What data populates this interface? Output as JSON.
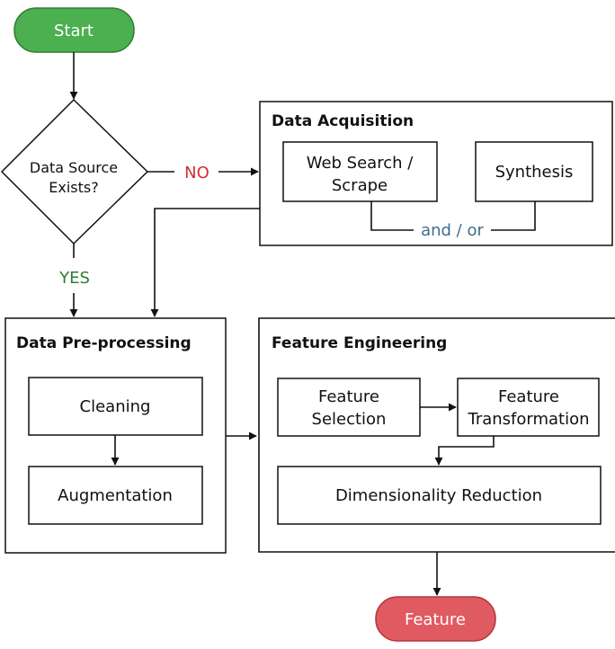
{
  "nodes": {
    "start": "Start",
    "decision_line1": "Data Source",
    "decision_line2": "Exists?",
    "end": "Feature"
  },
  "edges": {
    "no": "NO",
    "yes": "YES",
    "and_or": "and / or"
  },
  "groups": {
    "acquisition": {
      "title": "Data Acquisition",
      "web_line1": "Web Search /",
      "web_line2": "Scrape",
      "synthesis": "Synthesis"
    },
    "preprocessing": {
      "title": "Data Pre-processing",
      "cleaning": "Cleaning",
      "augmentation": "Augmentation"
    },
    "feature_engineering": {
      "title": "Feature Engineering",
      "selection_line1": "Feature",
      "selection_line2": "Selection",
      "transformation_line1": "Feature",
      "transformation_line2": "Transformation",
      "reduction": "Dimensionality Reduction"
    }
  },
  "colors": {
    "start_fill": "#4caf50",
    "start_stroke": "#2e7d32",
    "end_fill": "#e05a62",
    "end_stroke": "#b5343c",
    "no_label": "#d32f2f",
    "yes_label": "#2e7d32",
    "and_or_label": "#3f6f8a"
  }
}
